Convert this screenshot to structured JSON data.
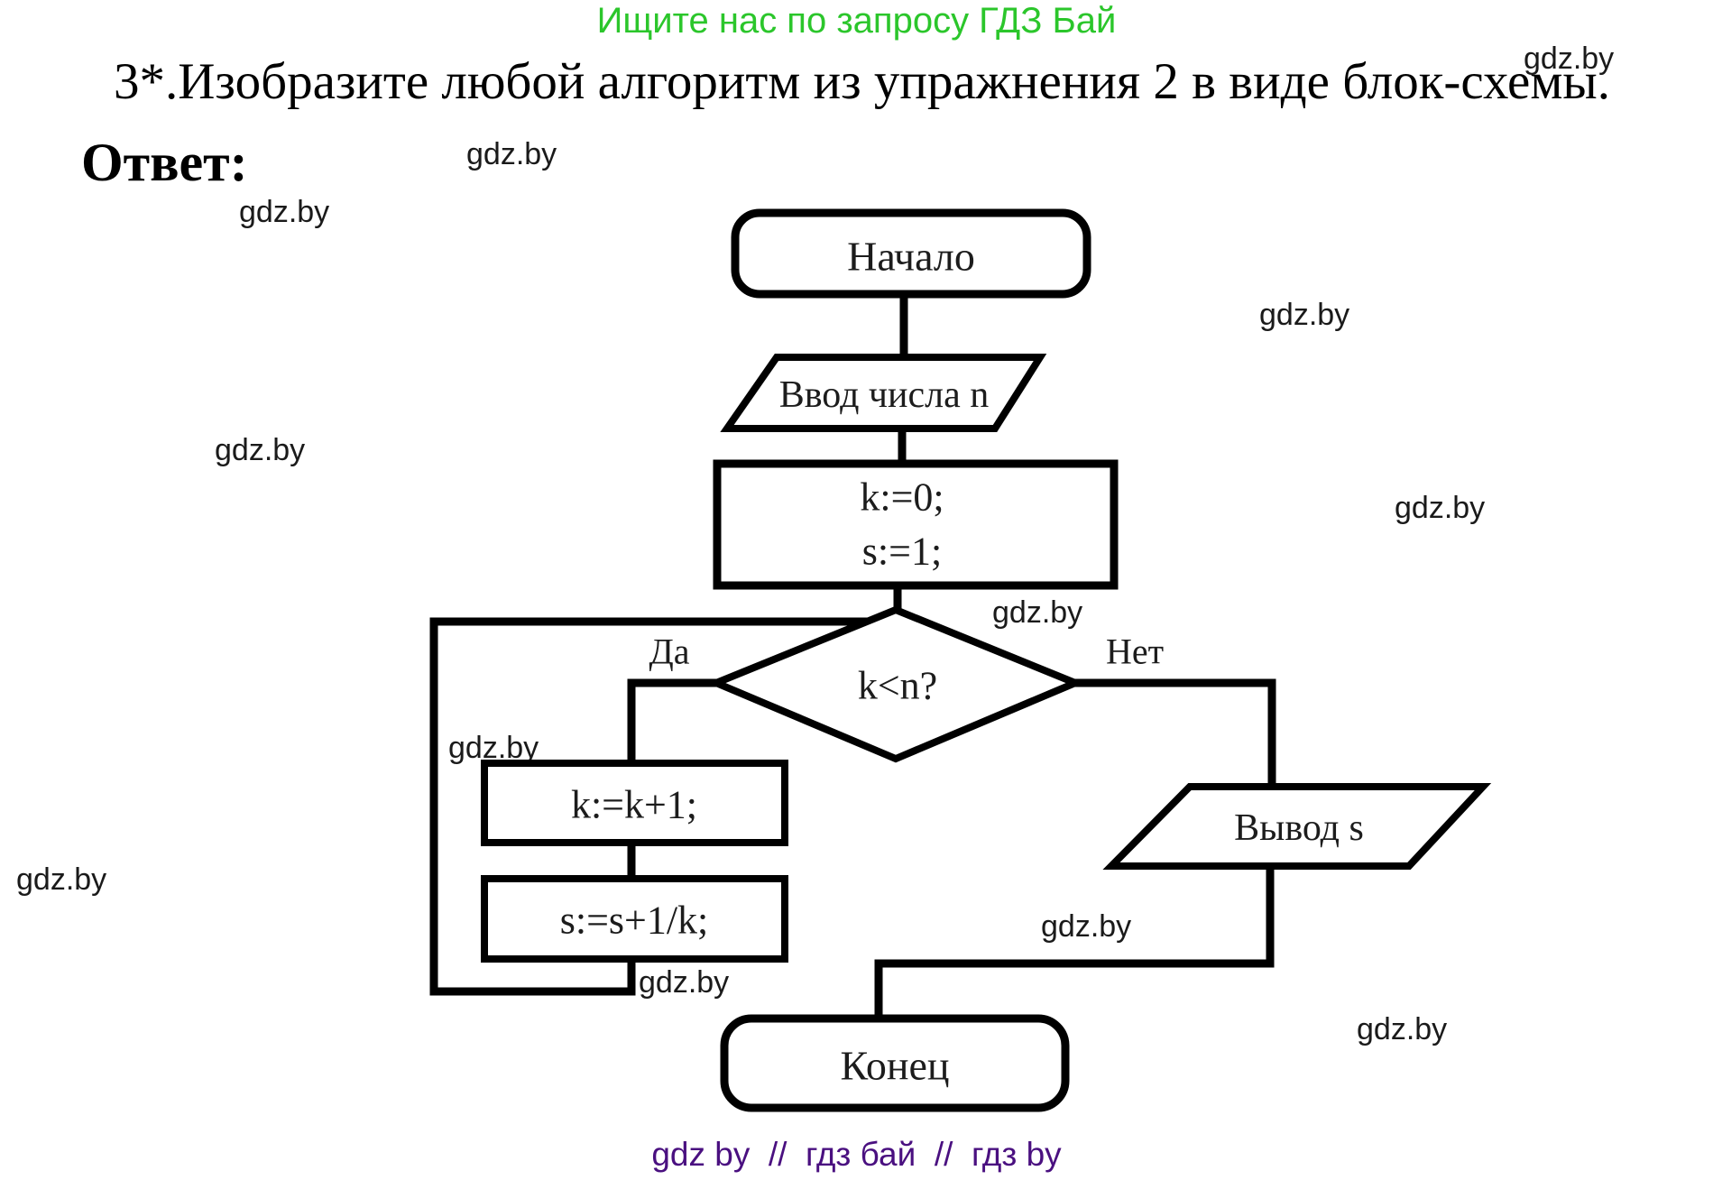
{
  "page": {
    "promo": "Ищите нас по запросу ГДЗ Бай",
    "title": "3*.Изобразите любой алгоритм из упражнения 2 в виде блок-схемы.",
    "answer_label": "Ответ:",
    "watermark": "gdz.by",
    "footer": "gdz by  //  гдз бай  //  гдз by"
  },
  "colors": {
    "promo_green": "#2bc62b",
    "footer_purple": "#4a1080",
    "watermark_ink": "#1a1a1a",
    "diagram_ink": "#000000"
  },
  "flowchart": {
    "start": "Начало",
    "input": "Ввод числа n",
    "init": {
      "line1": "k:=0;",
      "line2": "s:=1;"
    },
    "condition": "k<n?",
    "branch_yes": "Да",
    "branch_no": "Нет",
    "step_increment": "k:=k+1;",
    "step_sum": "s:=s+1/k;",
    "output": "Вывод s",
    "end": "Конец"
  }
}
